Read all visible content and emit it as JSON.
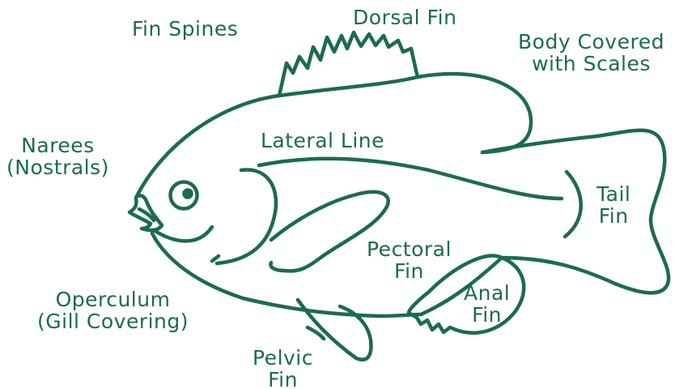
{
  "colors": {
    "stroke": "#1b6b50",
    "text": "#1b6b50",
    "background": "#ffffff"
  },
  "labels": {
    "fin_spines": "Fin Spines",
    "dorsal_fin": "Dorsal Fin",
    "body_scales": [
      "Body Covered",
      "with Scales"
    ],
    "narees": [
      "Narees",
      "(Nostrals)"
    ],
    "lateral_line": "Lateral Line",
    "tail_fin": [
      "Tail",
      "Fin"
    ],
    "pectoral_fin": [
      "Pectoral",
      "Fin"
    ],
    "anal_fin": [
      "Anal",
      "Fin"
    ],
    "operculum": [
      "Operculum",
      "(Gill Covering)"
    ],
    "pelvic_fin": [
      "Pelvic",
      "Fin"
    ]
  }
}
